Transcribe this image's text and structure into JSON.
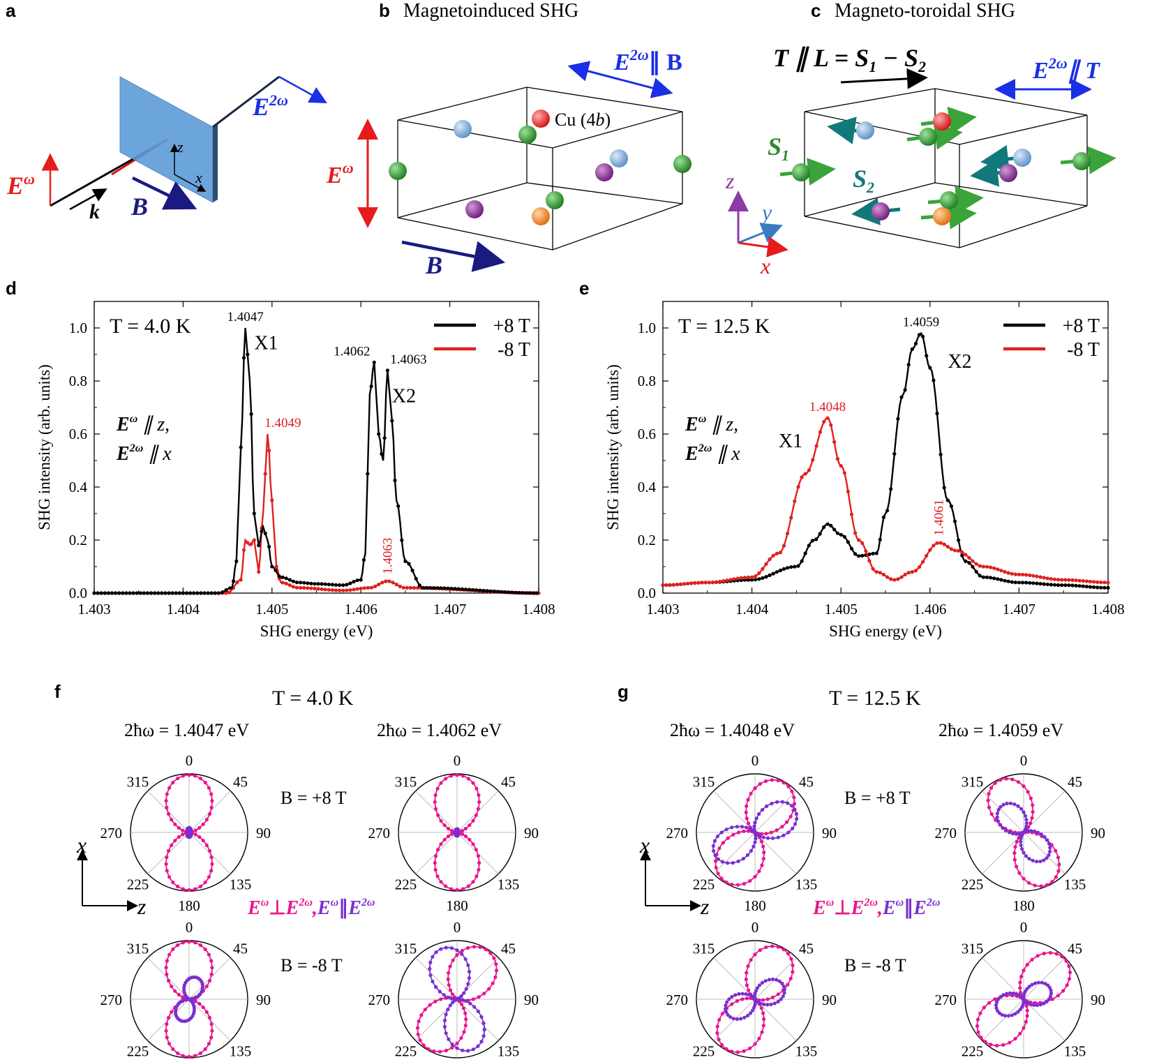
{
  "panel_letters": {
    "a": "a",
    "b": "b",
    "c": "c",
    "d": "d",
    "e": "e",
    "f": "f",
    "g": "g"
  },
  "titles": {
    "b": "Magnetoinduced SHG",
    "c": "Magneto-toroidal SHG"
  },
  "panel_a": {
    "Ew": "E",
    "Ew_sup": "ω",
    "E2w": "E",
    "E2w_sup": "2ω",
    "B": "B",
    "k": "k",
    "z": "z",
    "x": "x"
  },
  "panel_b": {
    "E2w_rel": "∥ B",
    "Ew": "E",
    "Ew_sup": "ω",
    "B": "B",
    "cu_prefix": "Cu (4",
    "cu_b": "b",
    "cu_suffix": ")"
  },
  "panel_c": {
    "T_label": "T ∥ L = S",
    "minus_s2": " − S",
    "s1_sub": "1",
    "s2_sub": "2",
    "E2w_rel": "∥ T",
    "S1": "S",
    "S2": "S",
    "z": "z",
    "y": "y",
    "x": "x"
  },
  "colors": {
    "plus": "#000000",
    "minus": "#e02020",
    "perp": "#e8158c",
    "par": "#7a2fd1",
    "blue": "#1a2fe6",
    "navy": "#1a1a80",
    "green": "#2e8b2e",
    "teal": "#12797a",
    "red": "#e61c1c",
    "purple_axis": "#8e3aa6",
    "blue_axis": "#3a7ac0",
    "crystal_blue": "#1f5fb0"
  },
  "chart_data": [
    {
      "type": "line",
      "id": "d",
      "title": "T = 4.0 K",
      "xlabel": "SHG energy  (eV)",
      "ylabel": "SHG intensity (arb. units)",
      "xlim": [
        1.403,
        1.408
      ],
      "ylim": [
        0,
        1.1
      ],
      "xticks": [
        "1.403",
        "1.404",
        "1.405",
        "1.406",
        "1.407",
        "1.408"
      ],
      "yticks": [
        "0.0",
        "0.2",
        "0.4",
        "0.6",
        "0.8",
        "1.0"
      ],
      "legend": "top-right",
      "polarization": [
        "E",
        "ω",
        "∥ z,",
        "E",
        "2ω",
        "∥ x"
      ],
      "series": [
        {
          "name": "+8 T",
          "color": "#000000",
          "x": [
            1.403,
            1.4044,
            1.40455,
            1.4046,
            1.40465,
            1.4047,
            1.40475,
            1.4048,
            1.40485,
            1.4049,
            1.40495,
            1.405,
            1.4051,
            1.4053,
            1.4055,
            1.4058,
            1.406,
            1.40605,
            1.4061,
            1.40615,
            1.4062,
            1.40625,
            1.4063,
            1.40635,
            1.4064,
            1.4065,
            1.4067,
            1.408
          ],
          "y": [
            0.0,
            0.0,
            0.02,
            0.12,
            0.55,
            1.0,
            0.8,
            0.3,
            0.18,
            0.25,
            0.2,
            0.1,
            0.06,
            0.04,
            0.035,
            0.03,
            0.05,
            0.15,
            0.75,
            0.87,
            0.6,
            0.5,
            0.84,
            0.65,
            0.35,
            0.12,
            0.02,
            0.0
          ]
        },
        {
          "name": "-8 T",
          "color": "#e02020",
          "x": [
            1.403,
            1.4045,
            1.40465,
            1.4047,
            1.40475,
            1.4048,
            1.40485,
            1.4049,
            1.40495,
            1.405,
            1.40505,
            1.4051,
            1.4053,
            1.4058,
            1.4061,
            1.4063,
            1.4065,
            1.408
          ],
          "y": [
            0.0,
            0.0,
            0.05,
            0.2,
            0.18,
            0.2,
            0.08,
            0.3,
            0.6,
            0.35,
            0.1,
            0.04,
            0.02,
            0.01,
            0.02,
            0.045,
            0.02,
            0.0
          ]
        }
      ],
      "annotations": [
        {
          "text": "1.4047",
          "x": 1.4047,
          "y": 1.0,
          "color": "#000000"
        },
        {
          "text": "1.4062",
          "x": 1.40615,
          "y": 0.87,
          "color": "#000000"
        },
        {
          "text": "1.4063",
          "x": 1.4063,
          "y": 0.84,
          "color": "#000000"
        },
        {
          "text": "1.4049",
          "x": 1.40495,
          "y": 0.6,
          "color": "#e02020"
        },
        {
          "text": "1.4063",
          "x": 1.4063,
          "y": 0.045,
          "color": "#e02020",
          "rotated": true
        },
        {
          "text": "X1",
          "x": 1.4048,
          "y": 0.92,
          "color": "#000000",
          "large": true
        },
        {
          "text": "X2",
          "x": 1.40635,
          "y": 0.72,
          "color": "#000000",
          "large": true
        }
      ]
    },
    {
      "type": "line",
      "id": "e",
      "title": "T = 12.5 K",
      "xlabel": "SHG energy  (eV)",
      "ylabel": "SHG intensity (arb. units)",
      "xlim": [
        1.403,
        1.408
      ],
      "ylim": [
        0,
        1.1
      ],
      "xticks": [
        "1.403",
        "1.404",
        "1.405",
        "1.406",
        "1.407",
        "1.408"
      ],
      "yticks": [
        "0.0",
        "0.2",
        "0.4",
        "0.6",
        "0.8",
        "1.0"
      ],
      "legend": "top-right",
      "polarization": [
        "E",
        "ω",
        "∥ z,",
        "E",
        "2ω",
        "∥ x"
      ],
      "series": [
        {
          "name": "+8 T",
          "color": "#000000",
          "x": [
            1.403,
            1.4035,
            1.404,
            1.4045,
            1.4047,
            1.40485,
            1.405,
            1.4052,
            1.4054,
            1.4055,
            1.4057,
            1.4058,
            1.4059,
            1.406,
            1.4062,
            1.4064,
            1.4066,
            1.407,
            1.4075,
            1.408
          ],
          "y": [
            0.03,
            0.04,
            0.05,
            0.1,
            0.2,
            0.26,
            0.22,
            0.14,
            0.15,
            0.3,
            0.75,
            0.92,
            0.98,
            0.85,
            0.35,
            0.12,
            0.06,
            0.04,
            0.03,
            0.02
          ]
        },
        {
          "name": "-8 T",
          "color": "#e02020",
          "x": [
            1.403,
            1.4035,
            1.404,
            1.4043,
            1.4046,
            1.40485,
            1.405,
            1.4052,
            1.4054,
            1.4056,
            1.4058,
            1.4061,
            1.4063,
            1.4066,
            1.407,
            1.4075,
            1.408
          ],
          "y": [
            0.03,
            0.04,
            0.06,
            0.15,
            0.45,
            0.66,
            0.48,
            0.2,
            0.08,
            0.05,
            0.08,
            0.19,
            0.16,
            0.1,
            0.07,
            0.05,
            0.04
          ]
        }
      ],
      "annotations": [
        {
          "text": "1.4059",
          "x": 1.4059,
          "y": 0.98,
          "color": "#000000"
        },
        {
          "text": "1.4048",
          "x": 1.40485,
          "y": 0.66,
          "color": "#e02020"
        },
        {
          "text": "1.4061",
          "x": 1.4061,
          "y": 0.19,
          "color": "#e02020",
          "rotated": true
        },
        {
          "text": "X1",
          "x": 1.4043,
          "y": 0.55,
          "color": "#000000",
          "large": true
        },
        {
          "text": "X2",
          "x": 1.4062,
          "y": 0.85,
          "color": "#000000",
          "large": true
        }
      ]
    }
  ],
  "polar": {
    "f_title": "T = 4.0 K",
    "g_title": "T = 12.5 K",
    "col_titles": [
      "2ħω = 1.4047 eV",
      "2ħω = 1.4062 eV",
      "2ħω  = 1.4048 eV",
      "2ħω = 1.4059 eV"
    ],
    "b_plus": "B = +8 T",
    "b_minus": "B = -8 T",
    "angle_labels": [
      "0",
      "45",
      "90",
      "135",
      "180",
      "225",
      "270",
      "315"
    ],
    "legend_perp": [
      "E",
      "ω",
      "⊥",
      "E",
      "2ω",
      ","
    ],
    "legend_par": [
      "E",
      "ω",
      "∥",
      "E",
      "2ω"
    ],
    "axis_x": "x",
    "axis_z": "z",
    "plots": [
      {
        "id": "f1",
        "perp": {
          "dir": 0,
          "amp": 1.0,
          "width": 0.55
        },
        "par": {
          "dir": 0,
          "amp": 0.08,
          "width": 0.6
        }
      },
      {
        "id": "f2",
        "perp": {
          "dir": 0,
          "amp": 1.0,
          "width": 0.5
        },
        "par": {
          "dir": 0,
          "amp": 0.06,
          "width": 0.6
        }
      },
      {
        "id": "f3",
        "perp": {
          "dir": 0,
          "amp": 1.0,
          "width": 0.55
        },
        "par": {
          "dir": 20,
          "amp": 0.4,
          "width": 0.55
        }
      },
      {
        "id": "f4",
        "perp": {
          "dir": 30,
          "amp": 1.0,
          "width": 0.55
        },
        "par": {
          "dir": -15,
          "amp": 0.92,
          "width": 0.45
        }
      },
      {
        "id": "g1",
        "perp": {
          "dir": 30,
          "amp": 1.0,
          "width": 0.55
        },
        "par": {
          "dir": 60,
          "amp": 0.8,
          "width": 0.45
        }
      },
      {
        "id": "g2",
        "perp": {
          "dir": -25,
          "amp": 1.0,
          "width": 0.45
        },
        "par": {
          "dir": -40,
          "amp": 0.6,
          "width": 0.5
        }
      },
      {
        "id": "g3",
        "perp": {
          "dir": 28,
          "amp": 1.0,
          "width": 0.5
        },
        "par": {
          "dir": 65,
          "amp": 0.55,
          "width": 0.5
        }
      },
      {
        "id": "g4",
        "perp": {
          "dir": 45,
          "amp": 1.0,
          "width": 0.5
        },
        "par": {
          "dir": 70,
          "amp": 0.5,
          "width": 0.5
        }
      }
    ]
  }
}
